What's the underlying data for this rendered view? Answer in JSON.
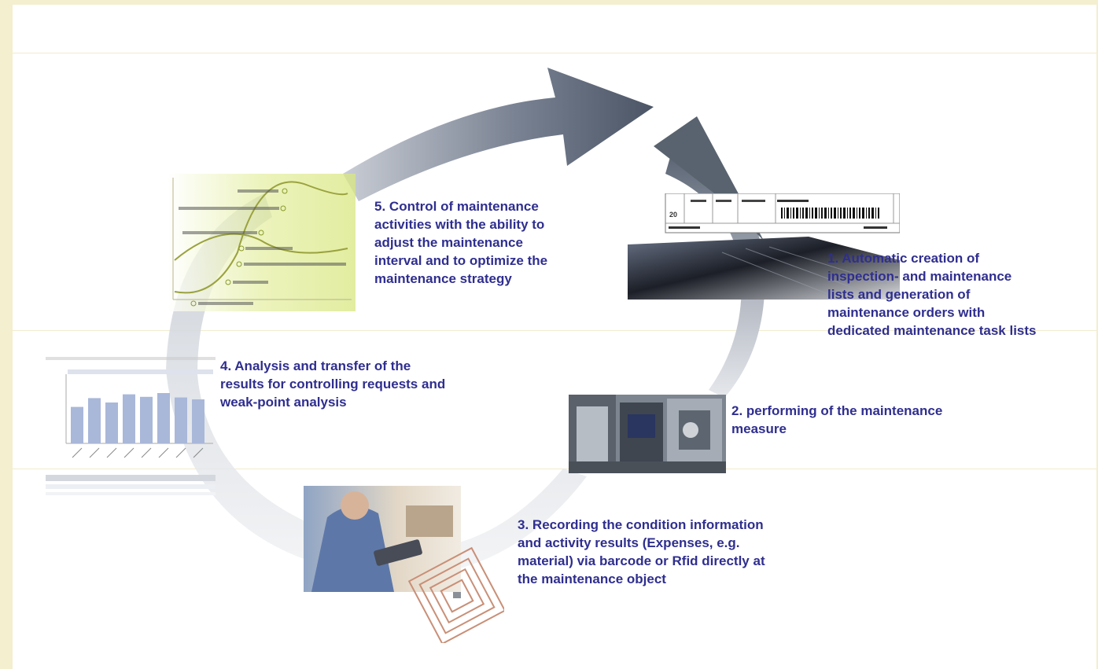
{
  "steps": [
    {
      "number": "1.",
      "text": "Automatic creation of\ninspection- and maintenance\nlists and generation of\nmaintenance orders with\ndedicated maintenance task lists"
    },
    {
      "number": "2.",
      "text": "performing of the maintenance\nmeasure"
    },
    {
      "number": "3.",
      "text": "Recording the condition information\nand activity results (Expenses, e.g.\nmaterial) via barcode or Rfid directly at\nthe maintenance object"
    },
    {
      "number": "4.",
      "text": "Analysis  and transfer of the\nresults for controlling requests and\nweak-point analysis"
    },
    {
      "number": "5.",
      "text": "Control of maintenance\nactivities with the ability to\nadjust the maintenance\ninterval and to optimize the\nmaintenance strategy"
    }
  ],
  "colors": {
    "text": "#2f2e8f",
    "arrow_dark": "#4a5568",
    "arrow_light": "#e9ebef",
    "page_border": "#f3efcf",
    "chart_bar": "#a9b7d9",
    "curve_fill": "#e4ee9a"
  },
  "thumbnails": {
    "order_form": {
      "icon": "barcode-form-image",
      "count_label": "20"
    },
    "machine_photo": {
      "icon": "machine-photo-image"
    },
    "worker_photo": {
      "icon": "worker-rfid-photo-image"
    },
    "bar_chart": {
      "icon": "bar-chart-image",
      "values": [
        58,
        72,
        65,
        78,
        74,
        80,
        73,
        70
      ]
    },
    "lifecycle_curve": {
      "icon": "lifecycle-curve-image"
    }
  }
}
